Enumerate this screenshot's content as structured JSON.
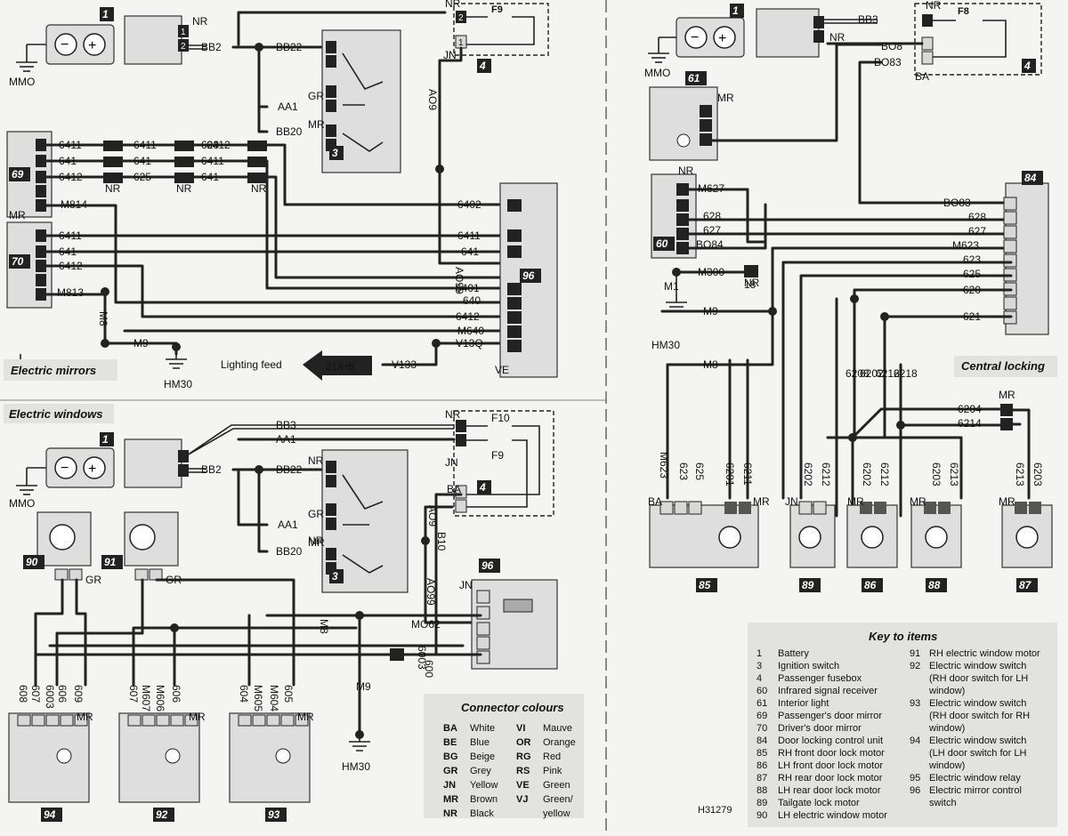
{
  "sections": {
    "mirrors": "Electric mirrors",
    "windows": "Electric windows",
    "locking": "Central locking"
  },
  "mirrors": {
    "labels": [
      "NR",
      "MMO",
      "BB2",
      "BB22",
      "AA1",
      "BB20",
      "GR",
      "MR",
      "AO9",
      "JN",
      "NR",
      "6411",
      "641",
      "6412",
      "M814",
      "6411",
      "641",
      "625",
      "623",
      "6411",
      "641",
      "6412",
      "NR",
      "NR",
      "NR",
      "6402",
      "6411",
      "641",
      "MR",
      "6411",
      "641",
      "6412",
      "M813",
      "M8",
      "M9",
      "HM30",
      "AO99",
      "6401",
      "640",
      "6412",
      "M640",
      "V13Q",
      "V133",
      "Lighting feed",
      "21/H6",
      "VE"
    ],
    "fuse": "F9"
  },
  "windows": {
    "labels": [
      "BB3",
      "AA1",
      "NR",
      "F10",
      "F9",
      "MMO",
      "BB2",
      "BB22",
      "NR",
      "NR",
      "AA1",
      "GR",
      "BB20",
      "MR",
      "JN",
      "BA",
      "AO9",
      "B10",
      "AO99",
      "JN",
      "M8",
      "MO62",
      "6003",
      "600",
      "GR",
      "GR",
      "M9",
      "HM30",
      "608",
      "607",
      "6003",
      "606",
      "609",
      "MR",
      "607",
      "M607",
      "M606",
      "606",
      "MR",
      "604",
      "M605",
      "M604",
      "605",
      "MR"
    ]
  },
  "locking": {
    "labels": [
      "BB3",
      "NR",
      "NR",
      "MMO",
      "BO8",
      "BO83",
      "BA",
      "MR",
      "NR",
      "M627",
      "628",
      "627",
      "BO84",
      "M300",
      "18",
      "NR",
      "M1",
      "M9",
      "HM30",
      "M8",
      "BO83",
      "628",
      "627",
      "M623",
      "623",
      "625",
      "620",
      "621",
      "6208",
      "6202",
      "6212",
      "6218",
      "6204",
      "6214",
      "MR",
      "M623",
      "623",
      "625",
      "6201",
      "6211",
      "6202",
      "6212",
      "6202",
      "6212",
      "6203",
      "6213",
      "6213",
      "6203",
      "BA",
      "MR",
      "JN",
      "MR",
      "MR",
      "MR"
    ],
    "fuse": "F8"
  },
  "tags": [
    "1",
    "4",
    "3",
    "69",
    "70",
    "96",
    "1",
    "4",
    "3",
    "90",
    "91",
    "96",
    "94",
    "92",
    "93",
    "1",
    "4",
    "61",
    "60",
    "84",
    "85",
    "89",
    "86",
    "88",
    "87"
  ],
  "connector_colours": {
    "title": "Connector colours",
    "rows": [
      [
        "BA",
        "White",
        "VI",
        "Mauve"
      ],
      [
        "BE",
        "Blue",
        "OR",
        "Orange"
      ],
      [
        "BG",
        "Beige",
        "RG",
        "Red"
      ],
      [
        "GR",
        "Grey",
        "RS",
        "Pink"
      ],
      [
        "JN",
        "Yellow",
        "VE",
        "Green"
      ],
      [
        "MR",
        "Brown",
        "VJ",
        "Green/"
      ],
      [
        "NR",
        "Black",
        "",
        "yellow"
      ]
    ]
  },
  "key": {
    "title": "Key to items",
    "left": [
      [
        "1",
        "Battery"
      ],
      [
        "3",
        "Ignition switch"
      ],
      [
        "4",
        "Passenger fusebox"
      ],
      [
        "60",
        "Infrared signal receiver"
      ],
      [
        "61",
        "Interior light"
      ],
      [
        "69",
        "Passenger's door mirror"
      ],
      [
        "70",
        "Driver's door mirror"
      ],
      [
        "84",
        "Door locking control unit"
      ],
      [
        "85",
        "RH front door lock motor"
      ],
      [
        "86",
        "LH front door lock motor"
      ],
      [
        "87",
        "RH rear door lock motor"
      ],
      [
        "88",
        "LH rear door lock motor"
      ],
      [
        "89",
        "Tailgate lock motor"
      ],
      [
        "90",
        "LH electric window motor"
      ]
    ],
    "right": [
      [
        "91",
        "RH electric window motor"
      ],
      [
        "92",
        "Electric window switch"
      ],
      [
        "",
        "(RH door switch for LH"
      ],
      [
        "",
        "window)"
      ],
      [
        "93",
        "Electric window switch"
      ],
      [
        "",
        "(RH door switch for RH"
      ],
      [
        "",
        "window)"
      ],
      [
        "94",
        "Electric window switch"
      ],
      [
        "",
        "(LH door switch for LH"
      ],
      [
        "",
        "window)"
      ],
      [
        "95",
        "Electric window relay"
      ],
      [
        "96",
        "Electric mirror control"
      ],
      [
        "",
        "switch"
      ]
    ]
  },
  "ref": "H31279",
  "colors": {
    "ink": "#222222",
    "panel": "#dedede",
    "tag": "#222222",
    "paper": "#f4f4f2"
  }
}
